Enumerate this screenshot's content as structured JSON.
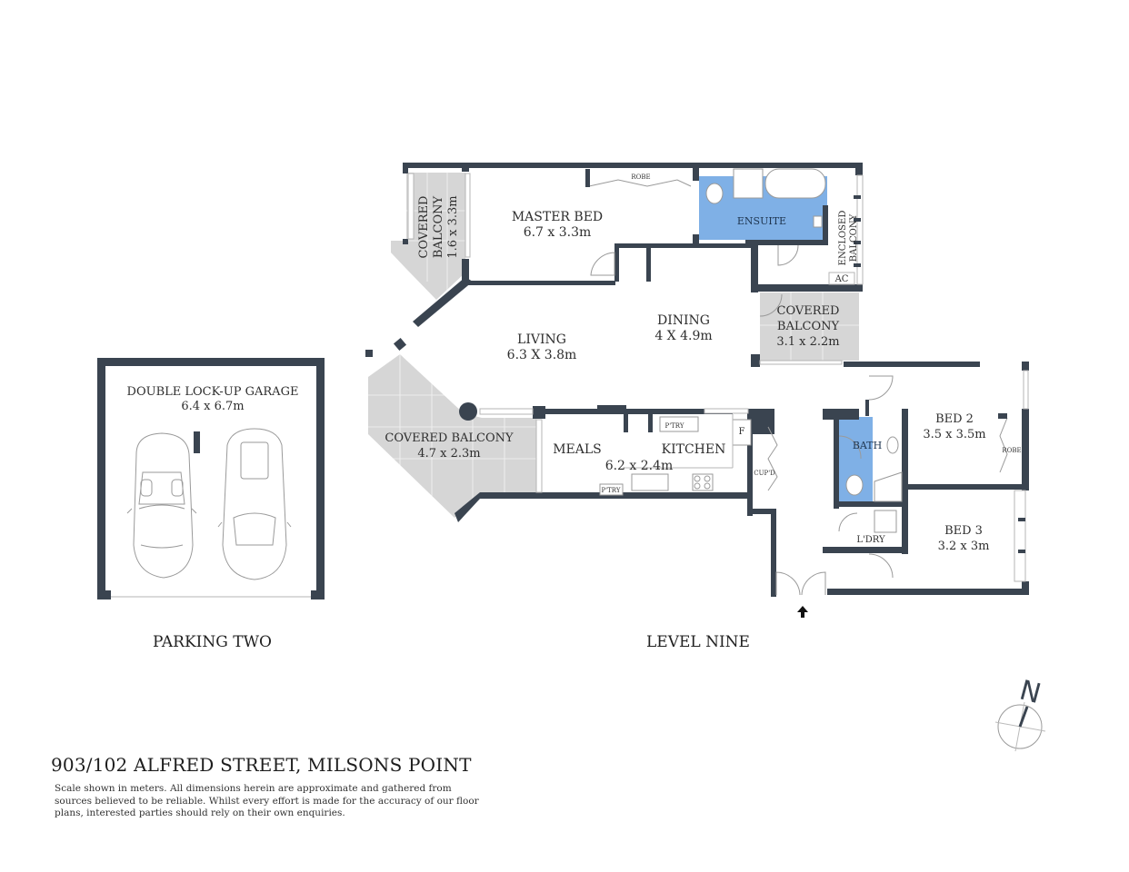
{
  "property": {
    "address": "903/102 ALFRED STREET, MILSONS POINT",
    "disclaimer_lines": [
      "Scale shown in meters. All dimensions herein are approximate and gathered from",
      "sources believed to be  reliable. Whilst every effort is made for the accuracy of our floor",
      "plans, interested parties should rely on their own enquiries."
    ]
  },
  "plans": {
    "parking": {
      "caption": "PARKING TWO",
      "rooms": [
        {
          "name": "DOUBLE LOCK-UP GARAGE",
          "size": "6.4 x 6.7m"
        }
      ],
      "icons": [
        "car-convertible-icon",
        "car-coupe-icon"
      ]
    },
    "level": {
      "caption": "LEVEL NINE",
      "rooms": {
        "master_bed": {
          "name": "MASTER BED",
          "size": "6.7 x 3.3m"
        },
        "robe_master": {
          "name": "ROBE"
        },
        "ensuite": {
          "name": "ENSUITE"
        },
        "enclosed_balcony": {
          "name_line1": "ENCLOSED",
          "name_line2": "BALCONY"
        },
        "ac": {
          "name": "AC"
        },
        "covered_balcony_west": {
          "name_line1": "COVERED",
          "name_line2": "BALCONY",
          "size": "1.6 x 3.3m"
        },
        "living": {
          "name": "LIVING",
          "size": "6.3 X 3.8m"
        },
        "dining": {
          "name": "DINING",
          "size": "4 X 4.9m"
        },
        "covered_balcony_east": {
          "name_line1": "COVERED",
          "name_line2": "BALCONY",
          "size": "3.1 x 2.2m"
        },
        "covered_balcony_south": {
          "name": "COVERED BALCONY",
          "size": "4.7 x 2.3m"
        },
        "meals": {
          "name": "MEALS"
        },
        "kitchen": {
          "name": "KITCHEN",
          "size": "6.2 x 2.4m"
        },
        "pantry_top": {
          "name": "P'TRY"
        },
        "pantry_bottom": {
          "name": "P'TRY"
        },
        "fridge": {
          "name": "F"
        },
        "cupboard": {
          "name": "CUP'D"
        },
        "bath": {
          "name": "BATH"
        },
        "laundry": {
          "name": "L'DRY"
        },
        "bed2": {
          "name": "BED 2",
          "size": "3.5 x 3.5m"
        },
        "robe_bed2": {
          "name": "ROBE"
        },
        "bed3": {
          "name": "BED 3",
          "size": "3.2 x 3m"
        }
      },
      "entry_marker": "entry-arrow-icon"
    }
  },
  "compass": {
    "label": "N",
    "icon": "north-compass-icon"
  },
  "colors": {
    "wall": "#3a4450",
    "balcony_tile": "#d6d6d6",
    "wet_area": "#7fb0e6",
    "text": "#2e2e2e"
  }
}
